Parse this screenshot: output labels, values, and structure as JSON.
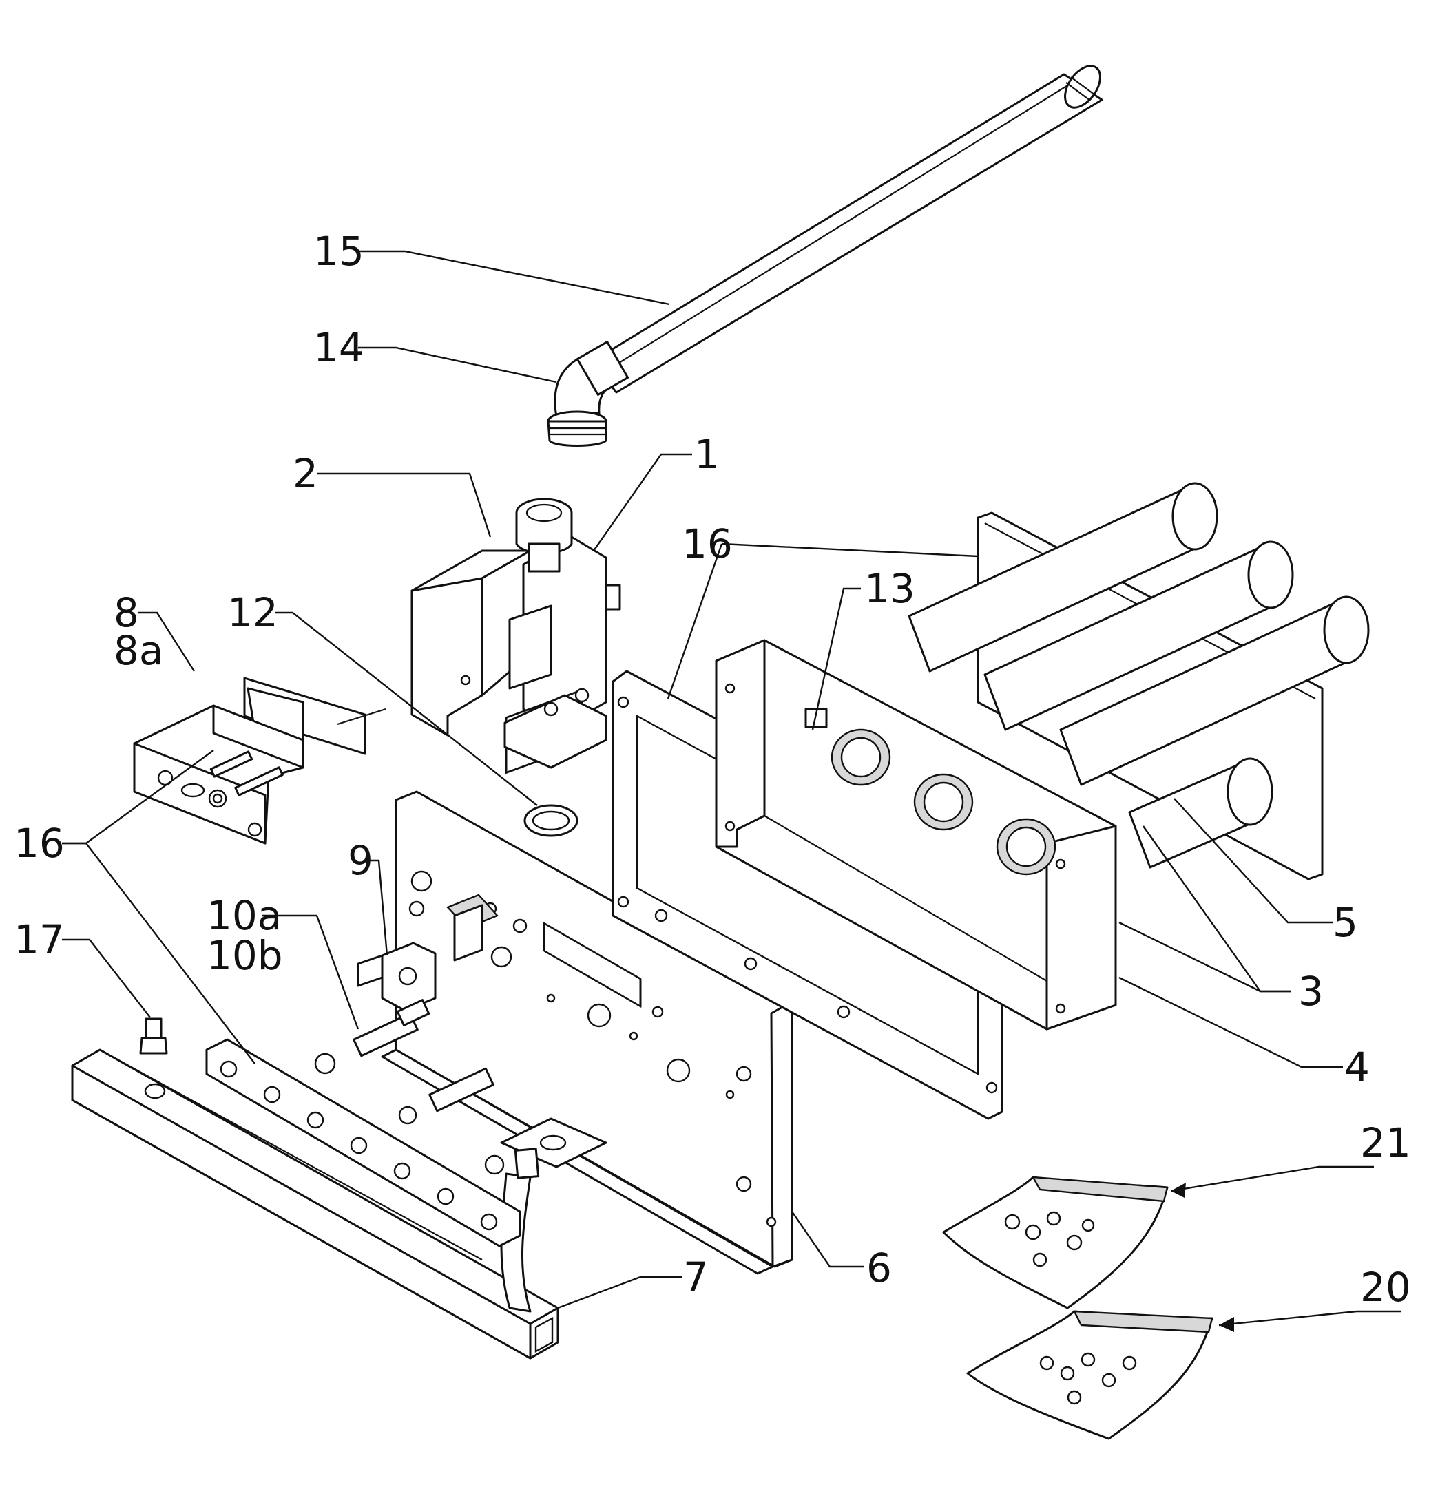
{
  "diagram": {
    "callouts": [
      {
        "id": "c15",
        "label": "15"
      },
      {
        "id": "c14",
        "label": "14"
      },
      {
        "id": "c2",
        "label": "2"
      },
      {
        "id": "c1",
        "label": "1"
      },
      {
        "id": "c16a",
        "label": "16"
      },
      {
        "id": "c13",
        "label": "13"
      },
      {
        "id": "c12",
        "label": "12"
      },
      {
        "id": "c8",
        "label": "8"
      },
      {
        "id": "c8a",
        "label": "8a"
      },
      {
        "id": "c16b",
        "label": "16"
      },
      {
        "id": "c9",
        "label": "9"
      },
      {
        "id": "c10a",
        "label": "10a"
      },
      {
        "id": "c10b",
        "label": "10b"
      },
      {
        "id": "c17",
        "label": "17"
      },
      {
        "id": "c5",
        "label": "5"
      },
      {
        "id": "c3",
        "label": "3"
      },
      {
        "id": "c4",
        "label": "4"
      },
      {
        "id": "c6",
        "label": "6"
      },
      {
        "id": "c7",
        "label": "7"
      },
      {
        "id": "c21",
        "label": "21"
      },
      {
        "id": "c20",
        "label": "20"
      }
    ]
  }
}
